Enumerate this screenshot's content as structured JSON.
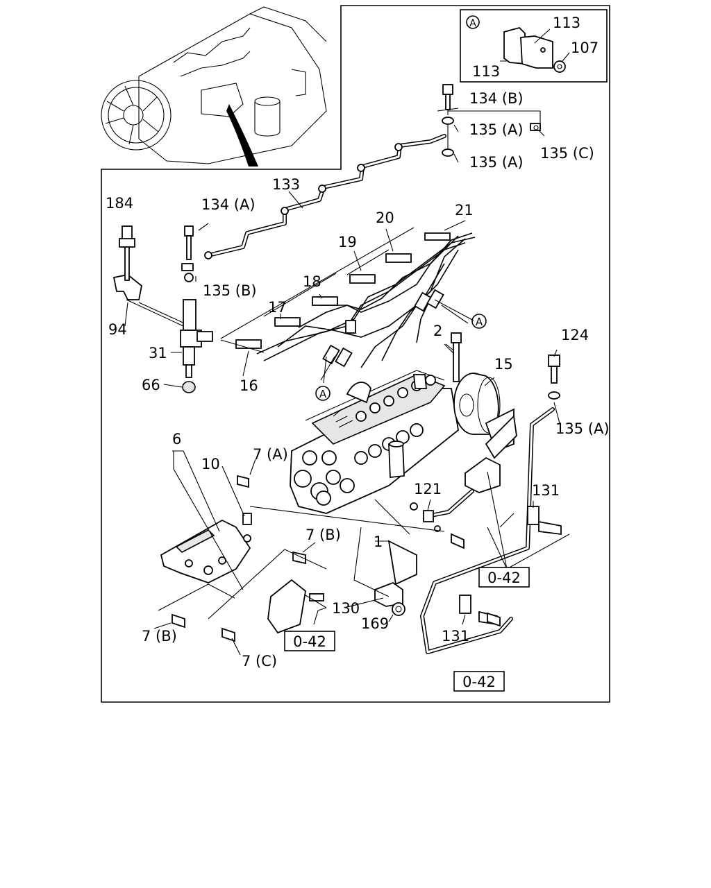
{
  "callouts": {
    "c113a": "113",
    "c113b": "113",
    "c107": "107",
    "c134b": "134 (B)",
    "c135a1": "135 (A)",
    "c135a2": "135 (A)",
    "c135c": "135 (C)",
    "c133": "133",
    "c184": "184",
    "c134a": "134 (A)",
    "c135b": "135 (B)",
    "c20": "20",
    "c21": "21",
    "c19": "19",
    "c18": "18",
    "c17": "17",
    "c94": "94",
    "c31": "31",
    "c16": "16",
    "c66": "66",
    "c2": "2",
    "c15": "15",
    "c124": "124",
    "c135a3": "135 (A)",
    "c6": "6",
    "c10": "10",
    "c7a": "7 (A)",
    "c121": "121",
    "c131a": "131",
    "c7b1": "7 (B)",
    "c1": "1",
    "c130": "130",
    "c169": "169",
    "c131b": "131",
    "c7b2": "7 (B)",
    "c7c": "7 (C)"
  },
  "markers": {
    "inset": "A",
    "m1": "A",
    "m2": "A"
  },
  "refs": {
    "r1": "0-42",
    "r2": "0-42",
    "r3": "0-42"
  },
  "icons": [
    "engine-overview-icon",
    "fuel-injection-pump-icon",
    "injector-icon",
    "clip-icon"
  ]
}
